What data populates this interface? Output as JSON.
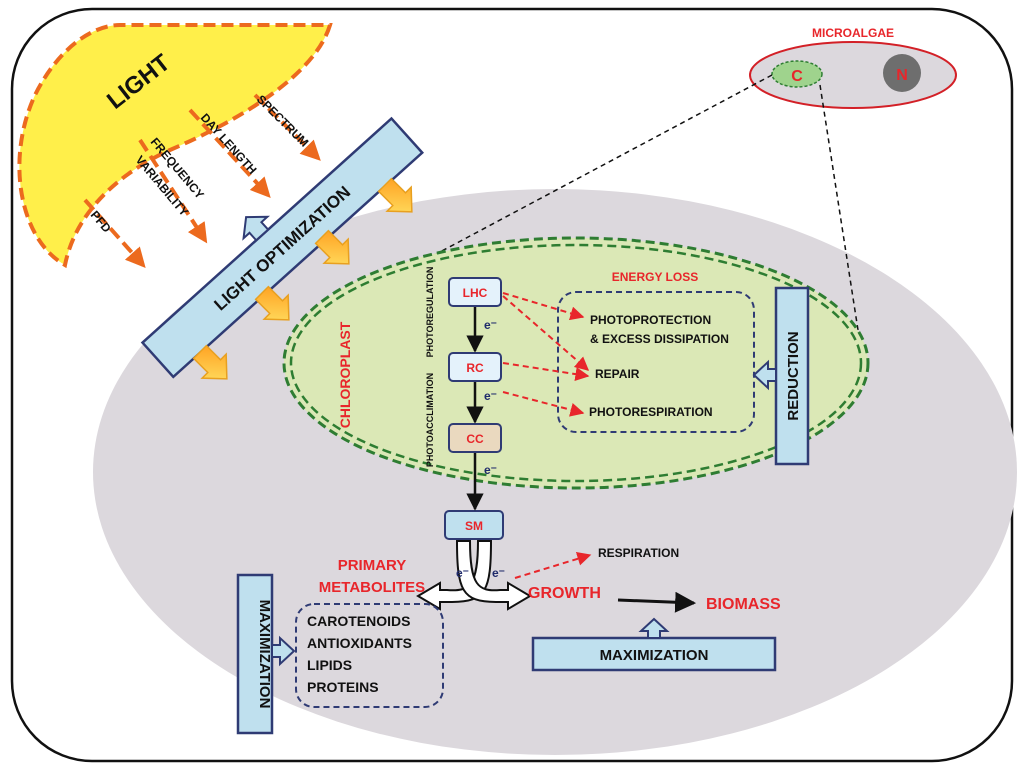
{
  "light": {
    "label": "LIGHT",
    "factors": [
      "SPECTRUM",
      "DAY LENGTH",
      "FREQUENCY",
      "VARIABILITY",
      "PFD"
    ]
  },
  "microalgae": {
    "label": "MICROALGAE",
    "chloroplast_letter": "C",
    "nucleus_letter": "N"
  },
  "light_optimization": "LIGHT OPTIMIZATION",
  "chloroplast": "CHLOROPLAST",
  "regulation": {
    "photoregulation": "PHOTOREGULATION",
    "photoacclimation": "PHOTOACCLIMATION"
  },
  "chain": {
    "lhc": "LHC",
    "rc": "RC",
    "cc": "CC",
    "sm": "SM",
    "electron": "e⁻"
  },
  "energy_loss": {
    "title": "ENERGY LOSS",
    "items": [
      "PHOTOPROTECTION",
      "& EXCESS DISSIPATION",
      "REPAIR",
      "PHOTORESPIRATION"
    ]
  },
  "reduction": "REDUCTION",
  "respiration": "RESPIRATION",
  "primary_metabolites": [
    "PRIMARY",
    "METABOLITES"
  ],
  "growth": "GROWTH",
  "biomass": "BIOMASS",
  "maximization_left": "MAXIMIZATION",
  "maximization_bottom": "MAXIMIZATION",
  "metabolites_list": [
    "CAROTENOIDS",
    "ANTIOXIDANTS",
    "LIPIDS",
    "PROTEINS"
  ],
  "colors": {
    "red_text": "#e8262b",
    "sun_fill": "#ffef4a",
    "sun_border": "#ec6a1e",
    "cell_fill": "#dcd8dd",
    "chloroplast_fill": "#dbe8b6",
    "chloroplast_border": "#2e7d32",
    "box_fill": "#bfe0ee",
    "box_border": "#2f3b74",
    "cc_fill": "#ead9bf"
  }
}
